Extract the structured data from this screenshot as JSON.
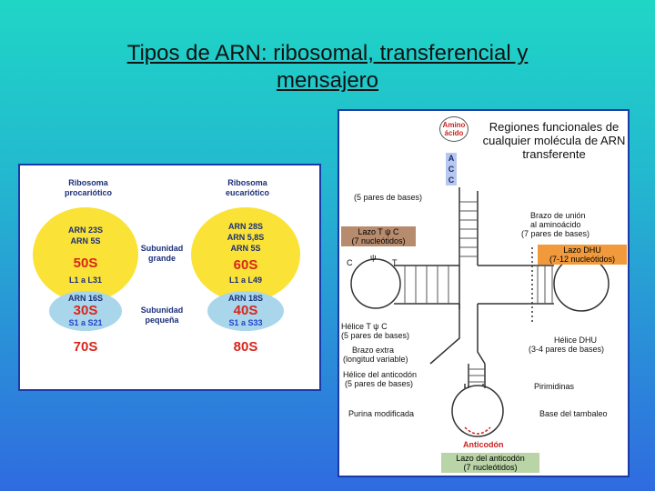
{
  "slide": {
    "title_line1": "Tipos de ARN: ribosomal, transferencial y",
    "title_line2": "mensajero"
  },
  "ribosomes": {
    "prok_header": "Ribosoma procariótico",
    "euk_header": "Ribosoma eucariótico",
    "prok_large_rna": [
      "ARN 23S",
      "ARN 5S"
    ],
    "prok_large_s": "50S",
    "prok_large_proteins": "L1 a L31",
    "prok_small_rna": "ARN 16S",
    "prok_small_s": "30S",
    "prok_small_proteins": "S1 a S21",
    "prok_total": "70S",
    "euk_large_rna": [
      "ARN 28S",
      "ARN 5,8S",
      "ARN 5S"
    ],
    "euk_large_s": "60S",
    "euk_large_proteins": "L1 a L49",
    "euk_small_rna": "ARN 18S",
    "euk_small_s": "40S",
    "euk_small_proteins": "S1 a S33",
    "euk_total": "80S",
    "large_subunit_label": "Subunidad grande",
    "small_subunit_label": "Subunidad pequeña",
    "colors": {
      "large": "#fbe236",
      "small": "#a9d6ea",
      "value": "#d8261c"
    }
  },
  "trna": {
    "heading": "Regiones funcionales de cualquier molécula de ARN transferente",
    "amino_acid": "Amino ácido",
    "acceptor_letters": [
      "A",
      "C",
      "C"
    ],
    "acceptor_stem": "(5 pares de bases)",
    "amino_arm_line1": "Brazo de unión",
    "amino_arm_line2": "al aminoácido",
    "amino_arm_line3": "(7 pares de bases)",
    "tpc_loop_line1": "Lazo T ψ C",
    "tpc_loop_line2": "(7 nucleótidos)",
    "dhu_loop_line1": "Lazo DHU",
    "dhu_loop_line2": "(7-12 nucleótidos)",
    "tpc_helix_line1": "Hélice T ψ C",
    "tpc_helix_line2": "(5 pares de bases)",
    "dhu_helix_line1": "Hélice DHU",
    "dhu_helix_line2": "(3-4 pares de bases)",
    "extra_arm_line1": "Brazo extra",
    "extra_arm_line2": "(longitud variable)",
    "anticodon_helix_line1": "Hélice del anticodón",
    "anticodon_helix_line2": "(5 pares de bases)",
    "pyrimidines": "Pirimidinas",
    "modified_purine": "Purina modificada",
    "wobble_base": "Base del tambaleo",
    "anticodon": "Anticodón",
    "anticodon_loop_line1": "Lazo del anticodón",
    "anticodon_loop_line2": "(7 nucleótidos)",
    "loop_letters": {
      "c": "C",
      "psi": "ψ",
      "t": "T"
    },
    "colors": {
      "tpc": "#b78b6e",
      "dhu": "#f09a3c",
      "anticodon_loop": "#b9d4a6",
      "acceptor": "#b7c8f0"
    }
  }
}
